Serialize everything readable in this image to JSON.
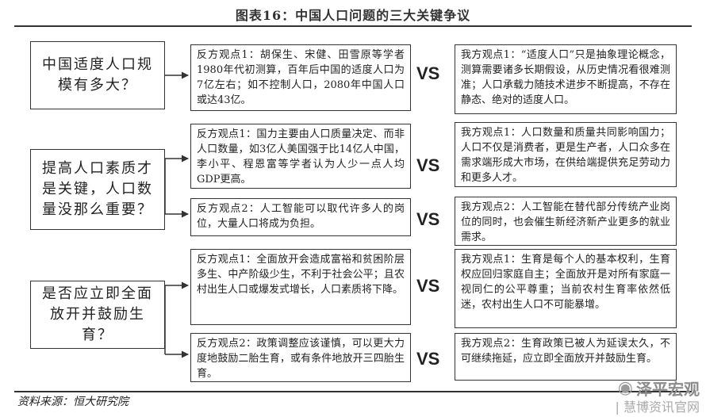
{
  "title": "图表16：中国人口问题的三大关键争议",
  "source": "资料来源：恒大研究院",
  "vs_label": "VS",
  "questions": [
    "中国适度人口规模有多大？",
    "提高人口素质才是关键，人口数量没那么重要？",
    "是否应立即全面放开并鼓励生育？"
  ],
  "rows": [
    {
      "opposing": "反方观点1：胡保生、宋健、田雪原等学者1980年代初测算，百年后中国的适度人口为7亿左右；如不控制人口，2080年中国人口或达43亿。",
      "ours": "我方观点1：“适度人口”只是抽象理论概念，测算需要诸多长期假设，从历史情况看很难测准；人口承载力随技术进步不断提高，不存在静态、绝对的适度人口。"
    },
    {
      "opposing": "反方观点1：国力主要由人口质量决定、而非人口数量，如3亿人美国强于比14亿人中国，李小平、程恩富等学者认为人少一点人均GDP更高。",
      "ours": "我方观点1：人口数量和质量共同影响国力；人口不仅是消费者，更是生产者，人口众多在需求端形成大市场，在供给端提供充足劳动力和更多人才。"
    },
    {
      "opposing": "反方观点2：人工智能可以取代许多人的岗位，大量人口将成为负担。",
      "ours": "我方观点2：人工智能在替代部分传统产业岗位的同时，也会催生新经济新产业更多的就业需求。"
    },
    {
      "opposing": "反方观点1：全面放开会造成富裕和贫困阶层多生、中产阶级少生，不利于社会公平；且农村出生人口或爆发式增长，人口素质将下降。",
      "ours": "我方观点1：生育是每个人的基本权利，生育权应回归家庭自主；全面放开是对所有家庭一视同仁的公平尊重；当前农村生育率依然低迷，农村出生人口不可能暴增。"
    },
    {
      "opposing": "反方观点2：政策调整应该谨慎，可以更大力度地鼓励二胎生育，或有条件地放开三四胎生育。",
      "ours": "我方观点2：生育政策已被人为延误太久，不可继续拖延，应立即全面放开并鼓励生育。"
    }
  ],
  "watermark": {
    "icon": "weibo-icon",
    "name": "泽平宏观",
    "sub": "| 慧博资讯官网"
  }
}
